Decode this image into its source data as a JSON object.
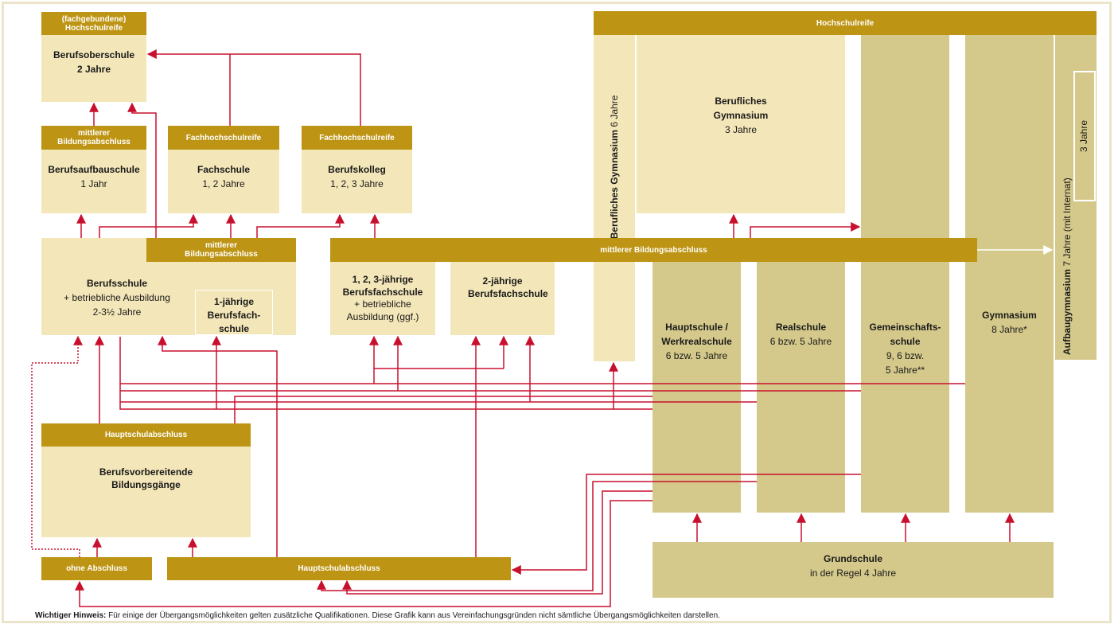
{
  "boxes": {
    "berufsoberschule": {
      "header": "(fachgebundene) Hochschulreife",
      "title": "Berufsoberschule",
      "duration": "2 Jahre"
    },
    "berufsaufbauschule": {
      "header": "mittlerer Bildungsabschluss",
      "title": "Berufsaufbauschule",
      "duration": "1 Jahr"
    },
    "fachschule": {
      "header": "Fachhochschulreife",
      "title": "Fachschule",
      "duration": "1, 2 Jahre"
    },
    "berufskolleg": {
      "header": "Fachhochschulreife",
      "title": "Berufskolleg",
      "duration": "1, 2, 3 Jahre"
    },
    "berufsschule": {
      "header": "mittlerer Bildungsabschluss",
      "title": "Berufsschule",
      "line2": "+ betriebliche Ausbildung",
      "duration": "2-3½ Jahre"
    },
    "einjaehrig": {
      "title": "1-jährige Berufsfach-schule"
    },
    "berufsfachschule_123": {
      "title": "1, 2, 3-jährige Berufsfachschule",
      "line2": "+ betriebliche",
      "line3": "Ausbildung (ggf.)"
    },
    "berufsfachschule_2": {
      "title": "2-jährige Berufsfachschule"
    },
    "berufsvorbereitend": {
      "header": "Hauptschulabschluss",
      "title": "Berufsvorbereitende Bildungsgänge"
    },
    "ohne_abschluss": {
      "label": "ohne Abschluss"
    },
    "hauptschulabschluss_bottom": {
      "label": "Hauptschulabschluss"
    },
    "hochschulreife": {
      "label": "Hochschulreife"
    },
    "berufliches_gymnasium_6": {
      "title": "Berufliches Gymnasium",
      "duration": "6 Jahre"
    },
    "berufliches_gymnasium_3": {
      "title": "Berufliches Gymnasium",
      "duration": "3 Jahre"
    },
    "mittlerer_bar": {
      "label": "mittlerer Bildungsabschluss"
    },
    "hauptschule": {
      "title": "Hauptschule / Werkrealschule",
      "duration": "6 bzw. 5 Jahre"
    },
    "realschule": {
      "title": "Realschule",
      "duration": "6 bzw. 5 Jahre"
    },
    "gemeinschaftsschule": {
      "title": "Gemeinschafts-schule",
      "duration1": "9, 6 bzw.",
      "duration2": "5 Jahre**"
    },
    "gymnasium": {
      "title": "Gymnasium",
      "duration": "8 Jahre*"
    },
    "aufbaugymnasium": {
      "title": "Aufbaugymnasium",
      "duration": "7 Jahre (mit Internat)",
      "small": "3 Jahre"
    },
    "grundschule": {
      "title": "Grundschule",
      "duration": "in der Regel 4 Jahre"
    }
  },
  "note": {
    "label": "Wichtiger Hinweis:",
    "text": "Für einige der Übergangsmöglichkeiten gelten zusätzliche Qualifikationen. Diese Grafik kann aus Vereinfachungsgründen nicht sämtliche Übergangsmöglichkeiten darstellen."
  },
  "colors": {
    "header": "#bd9413",
    "box_light": "#f3e6b8",
    "box_dark": "#d4c98a",
    "arrow": "#c8102e",
    "frame": "#ece4c8"
  }
}
